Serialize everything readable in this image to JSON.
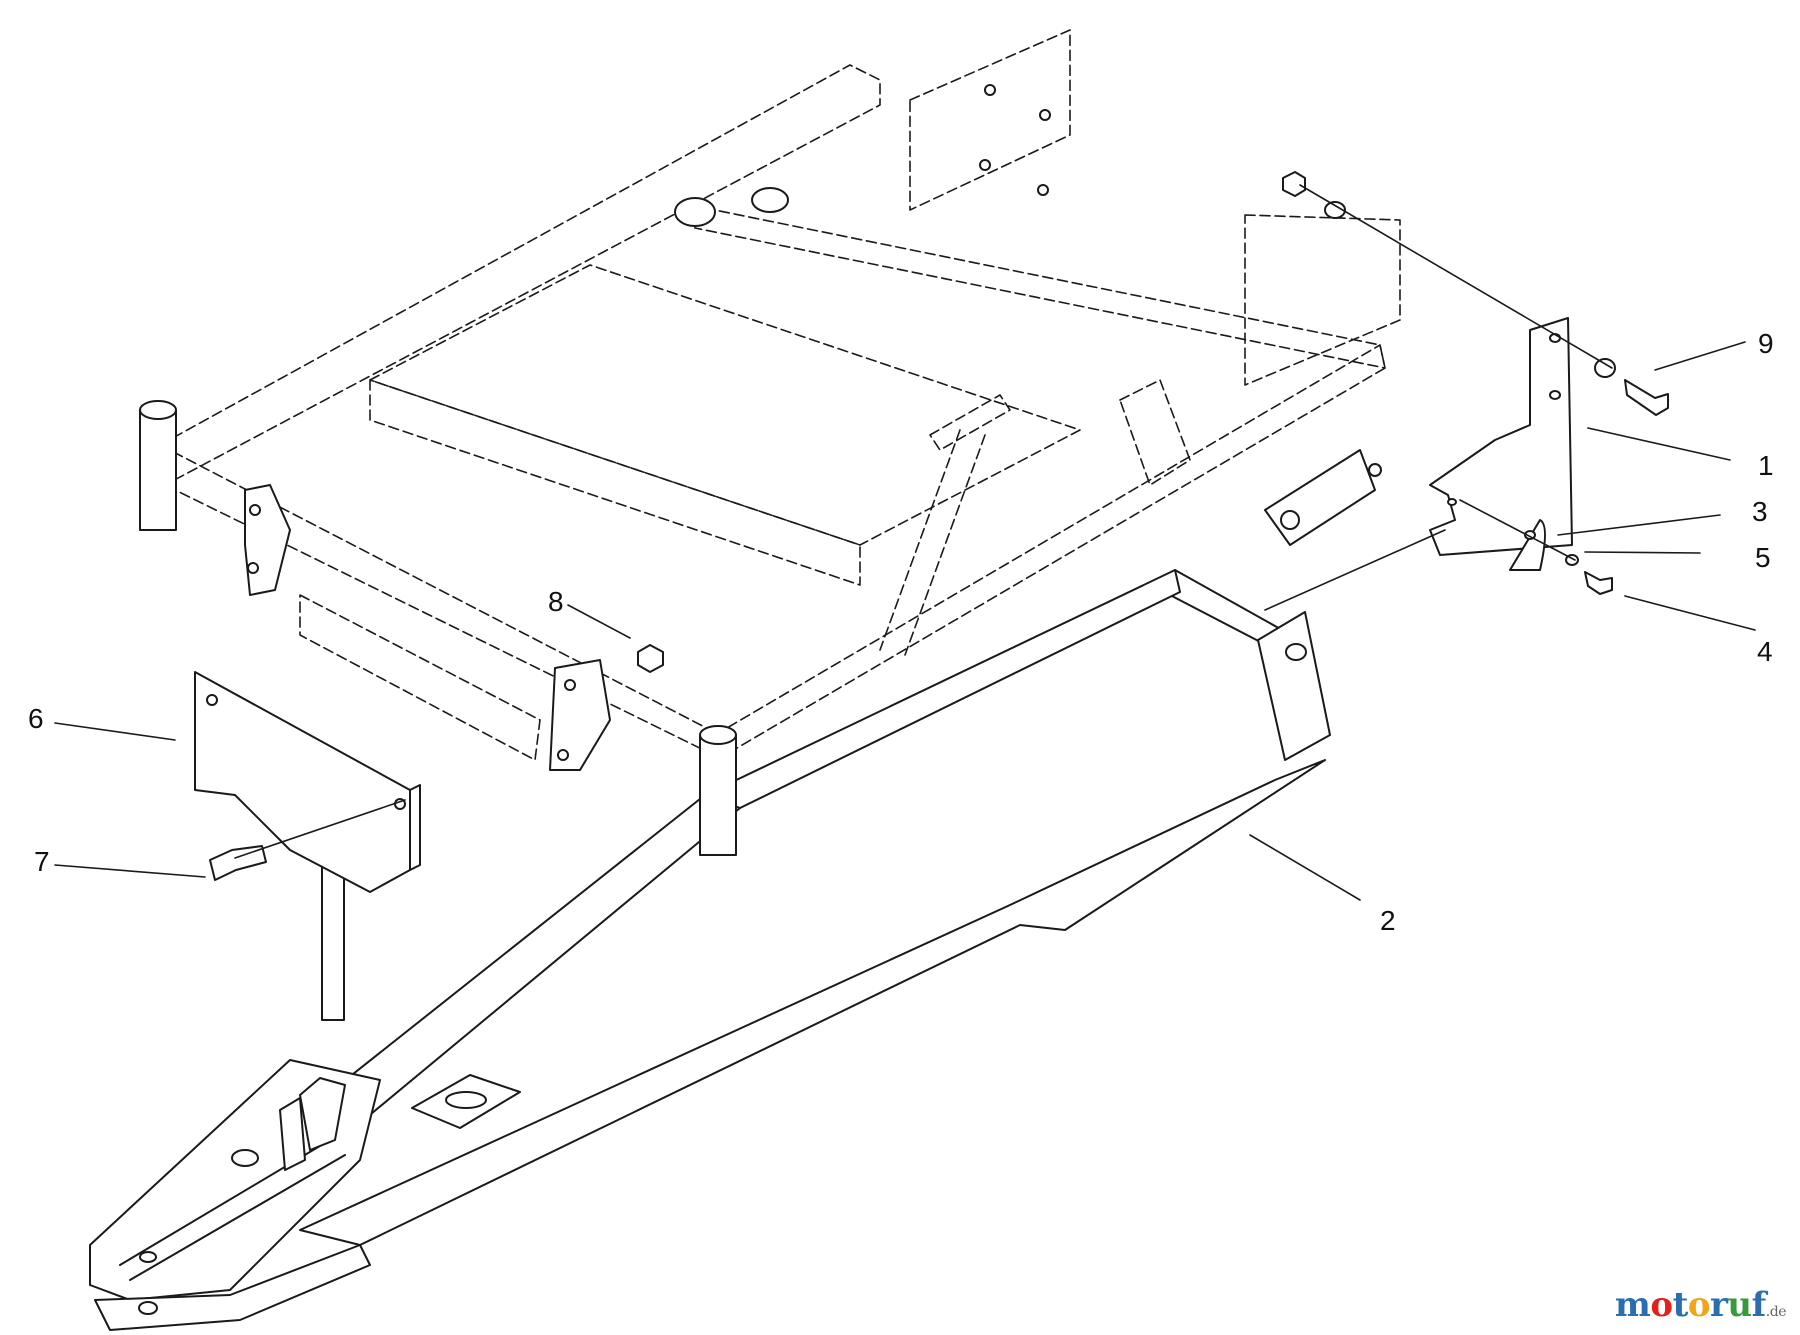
{
  "callouts": [
    "1",
    "2",
    "3",
    "4",
    "5",
    "6",
    "7",
    "8",
    "9"
  ],
  "watermark": {
    "parts": [
      "m",
      "o",
      "t",
      "o",
      "r",
      "u",
      "f"
    ],
    "colors": [
      "#2a6db0",
      "#e2211c",
      "#2a6db0",
      "#f2a51a",
      "#2a6db0",
      "#3a9a3a",
      "#2a6db0"
    ],
    "domain": ".de"
  }
}
